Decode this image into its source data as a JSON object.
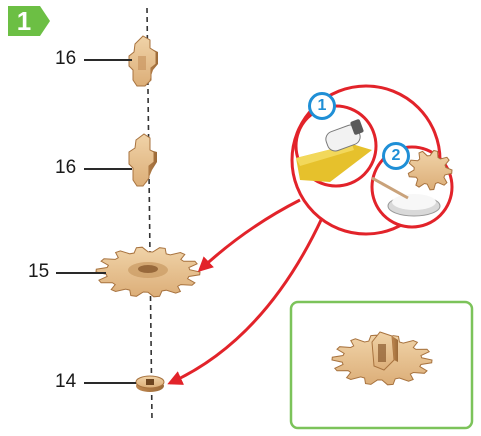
{
  "step": {
    "number": "1"
  },
  "parts": [
    {
      "label": "16"
    },
    {
      "label": "16"
    },
    {
      "label": "15"
    },
    {
      "label": "14"
    }
  ],
  "detail": {
    "steps": [
      "1",
      "2"
    ]
  },
  "colors": {
    "step_badge": "#6cbf44",
    "arrow": "#e2232a",
    "detail_border": "#7cc35a",
    "step_marker": "#1f8fd6",
    "wood": "#e7c18f",
    "wood_edge": "#b07a44"
  }
}
